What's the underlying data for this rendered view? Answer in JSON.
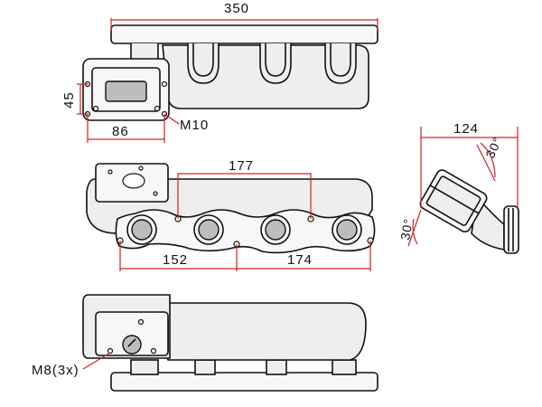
{
  "dimensions": {
    "flange_length": "350",
    "turbo_flange_height": "45",
    "turbo_flange_width": "86",
    "turbo_bolt": "M10",
    "port_spacing_outer": "177",
    "port_spacing_left": "152",
    "port_spacing_right": "174",
    "side_width": "124",
    "angle_top": "30°",
    "angle_left": "30°",
    "stud_label": "M8(3x)"
  },
  "colors": {
    "dimension_line": "#d62020",
    "outline": "#111111",
    "body_fill": "#eeeeee"
  }
}
